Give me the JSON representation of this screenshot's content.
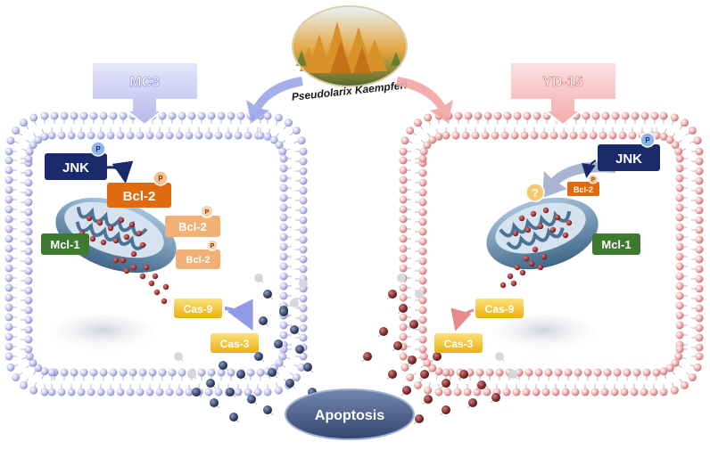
{
  "plant": {
    "name": "Pseudolarix Kaempferi"
  },
  "left_cell": {
    "name": "MC3",
    "jnk": "JNK",
    "bcl2_main": "Bcl-2",
    "bcl2_a": "Bcl-2",
    "bcl2_b": "Bcl-2",
    "mcl1": "Mcl-1",
    "cas9": "Cas-9",
    "cas3": "Cas-3",
    "phospho": "P"
  },
  "right_cell": {
    "name": "YD-15",
    "jnk": "JNK",
    "bcl2": "Bcl-2",
    "mcl1": "Mcl-1",
    "cas9": "Cas-9",
    "cas3": "Cas-3",
    "phospho": "P",
    "unknown": "?"
  },
  "outcome": "Apoptosis",
  "colors": {
    "left_membrane": "#c9c9f0",
    "right_membrane": "#f2b8b8",
    "jnk": "#1b2a6b",
    "bcl2_main": "#e06a10",
    "bcl2_light": "#f2b077",
    "mcl1": "#3d7a2e",
    "caspase": "#f5c41a",
    "phospho": "#8fb4ea",
    "apoptosis": "#4a5f8a"
  }
}
